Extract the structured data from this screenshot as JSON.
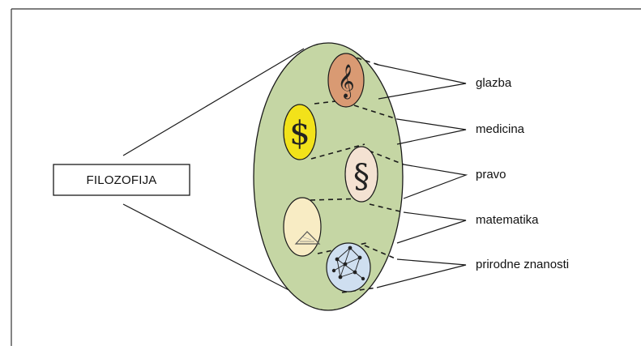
{
  "diagram": {
    "root_label": "FILOZOFIJA",
    "fields": [
      {
        "label": "glazba",
        "icon": "treble-clef-icon",
        "symbol": "𝄞",
        "color": "#d99a73"
      },
      {
        "label": "medicina",
        "icon": "caduceus-dollar-icon",
        "symbol": "$",
        "color": "#f2e21a"
      },
      {
        "label": "pravo",
        "icon": "section-sign-icon",
        "symbol": "§",
        "color": "#f4e2d2"
      },
      {
        "label": "matematika",
        "icon": "triangle-geometry-icon",
        "symbol": "",
        "color": "#f8ecc4"
      },
      {
        "label": "prirodne znanosti",
        "icon": "network-graph-icon",
        "symbol": "",
        "color": "#cfdff0"
      }
    ],
    "colors": {
      "big_ellipse": "#c5d6a4",
      "outline": "#1a1a1a"
    }
  }
}
